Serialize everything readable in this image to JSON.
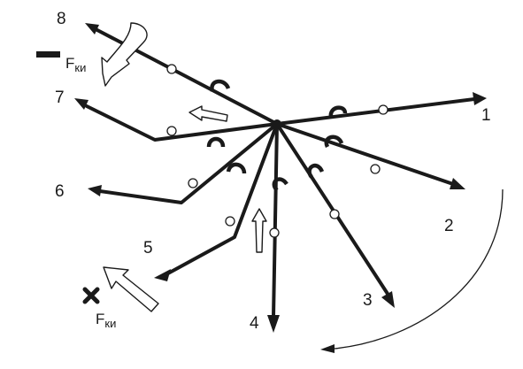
{
  "rays": [
    {
      "number": "1"
    },
    {
      "number": "2"
    },
    {
      "number": "3"
    },
    {
      "number": "4"
    },
    {
      "number": "5"
    },
    {
      "number": "6"
    },
    {
      "number": "7"
    },
    {
      "number": "8"
    }
  ],
  "force_minus": {
    "sign": "−",
    "letter": "F",
    "subscript": "ки"
  },
  "force_plus": {
    "sign": "✖",
    "letter": "F",
    "subscript": "ки"
  }
}
